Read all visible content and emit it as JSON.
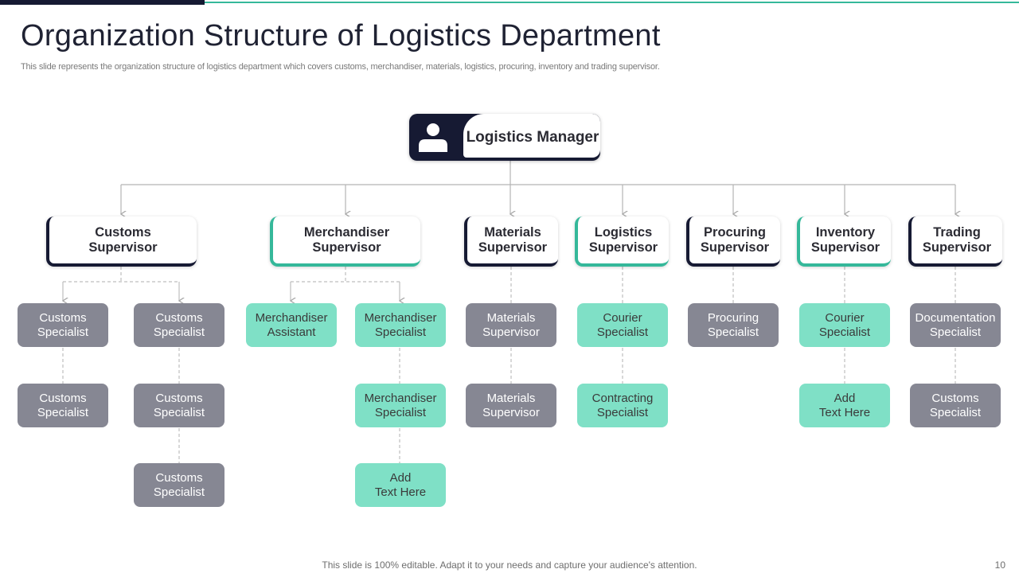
{
  "header": {
    "title": "Organization Structure of Logistics Department",
    "subtitle": "This slide represents the organization structure of logistics department which covers customs, merchandiser, materials, logistics, procuring, inventory and trading supervisor."
  },
  "manager": {
    "label": "Logistics Manager",
    "icon": "user-icon"
  },
  "supervisors": [
    {
      "label": "Customs\nSupervisor"
    },
    {
      "label": "Merchandiser\nSupervisor"
    },
    {
      "label": "Materials\nSupervisor"
    },
    {
      "label": "Logistics\nSupervisor"
    },
    {
      "label": "Procuring\nSupervisor"
    },
    {
      "label": "Inventory\nSupervisor"
    },
    {
      "label": "Trading\nSupervisor"
    }
  ],
  "nodes": [
    {
      "label": "Customs\nSpecialist"
    },
    {
      "label": "Customs\nSpecialist"
    },
    {
      "label": "Customs\nSpecialist"
    },
    {
      "label": "Customs\nSpecialist"
    },
    {
      "label": "Customs\nSpecialist"
    },
    {
      "label": "Merchandiser\nAssistant"
    },
    {
      "label": "Merchandiser\nSpecialist"
    },
    {
      "label": "Merchandiser\nSpecialist"
    },
    {
      "label": "Add\nText Here"
    },
    {
      "label": "Materials\nSupervisor"
    },
    {
      "label": "Materials\nSupervisor"
    },
    {
      "label": "Courier\nSpecialist"
    },
    {
      "label": "Contracting\nSpecialist"
    },
    {
      "label": "Procuring\nSpecialist"
    },
    {
      "label": "Courier\nSpecialist"
    },
    {
      "label": "Add\nText Here"
    },
    {
      "label": "Documentation\nSpecialist"
    },
    {
      "label": "Customs\nSpecialist"
    }
  ],
  "colors": {
    "dark": "#161a33",
    "accent": "#35b89a",
    "gray_box": "#868793",
    "teal_box": "#7fe0c6"
  },
  "footer": {
    "text": "This slide is 100% editable. Adapt it to your needs and capture your audience's attention.",
    "page_number": "10"
  }
}
